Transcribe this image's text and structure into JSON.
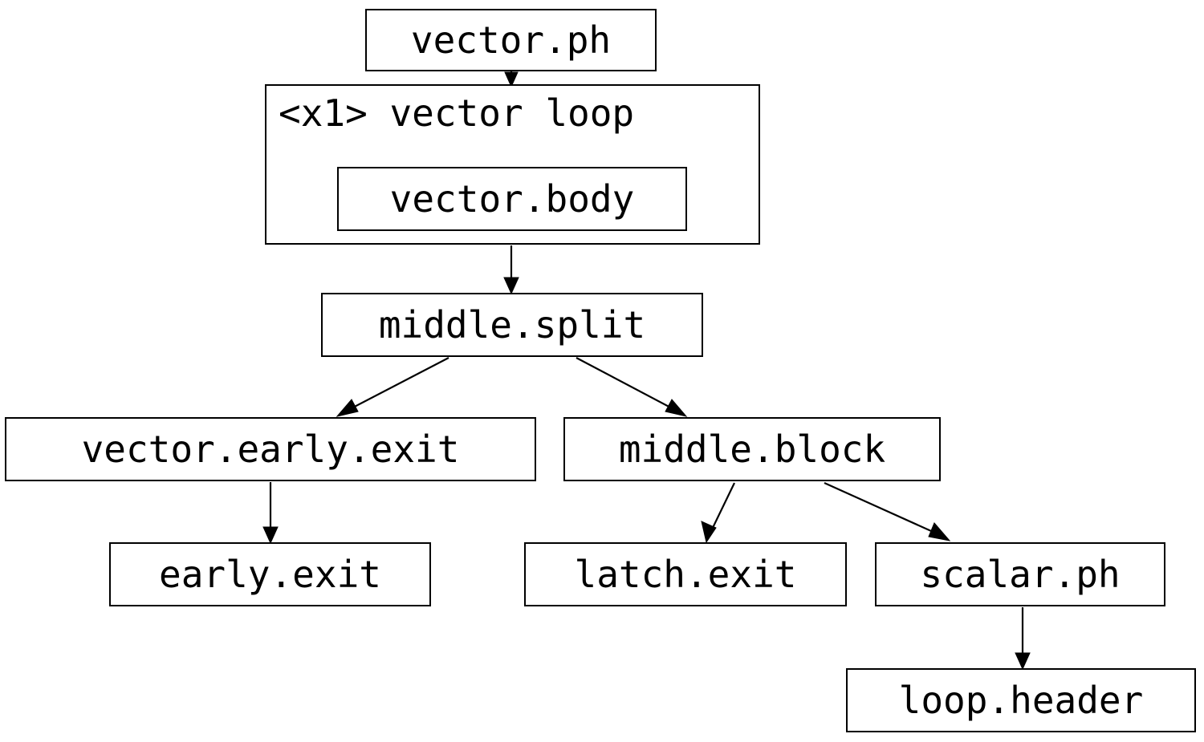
{
  "graph": {
    "type": "control-flow-graph",
    "orientation": "top-down",
    "background_color": "#ffffff",
    "line_color": "#000000",
    "text_color": "#000000"
  },
  "clusters": [
    {
      "id": "vector_loop",
      "label": "<x1> vector loop"
    }
  ],
  "nodes": [
    {
      "id": "vector_ph",
      "label": "vector.ph"
    },
    {
      "id": "vector_body",
      "label": "vector.body"
    },
    {
      "id": "middle_split",
      "label": "middle.split"
    },
    {
      "id": "vector_early_exit",
      "label": "vector.early.exit"
    },
    {
      "id": "middle_block",
      "label": "middle.block"
    },
    {
      "id": "early_exit",
      "label": "early.exit"
    },
    {
      "id": "latch_exit",
      "label": "latch.exit"
    },
    {
      "id": "scalar_ph",
      "label": "scalar.ph"
    },
    {
      "id": "loop_header",
      "label": "loop.header"
    }
  ],
  "edges": [
    {
      "from": "vector.ph",
      "to": "<x1> vector loop"
    },
    {
      "from": "vector.body",
      "to": "middle.split"
    },
    {
      "from": "middle.split",
      "to": "vector.early.exit"
    },
    {
      "from": "middle.split",
      "to": "middle.block"
    },
    {
      "from": "vector.early.exit",
      "to": "early.exit"
    },
    {
      "from": "middle.block",
      "to": "latch.exit"
    },
    {
      "from": "middle.block",
      "to": "scalar.ph"
    },
    {
      "from": "scalar.ph",
      "to": "loop.header"
    }
  ]
}
